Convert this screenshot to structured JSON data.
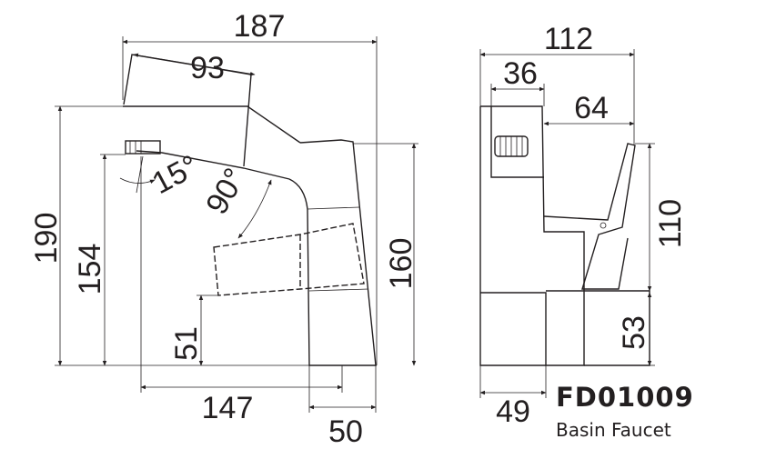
{
  "product": {
    "model": "FD01009",
    "name": "Basin Faucet"
  },
  "side_view": {
    "overall_length": "187",
    "lever_length": "93",
    "overall_height": "190",
    "spout_height": "154",
    "body_height": "160",
    "lever_base_height": "51",
    "spout_reach": "147",
    "base_width": "50",
    "spout_angle": "15°",
    "lever_rotation": "90°"
  },
  "front_view": {
    "overall_depth": "112",
    "aerator_width": "36",
    "lever_depth": "64",
    "lever_height": "110",
    "base_height": "53",
    "base_depth": "49"
  }
}
